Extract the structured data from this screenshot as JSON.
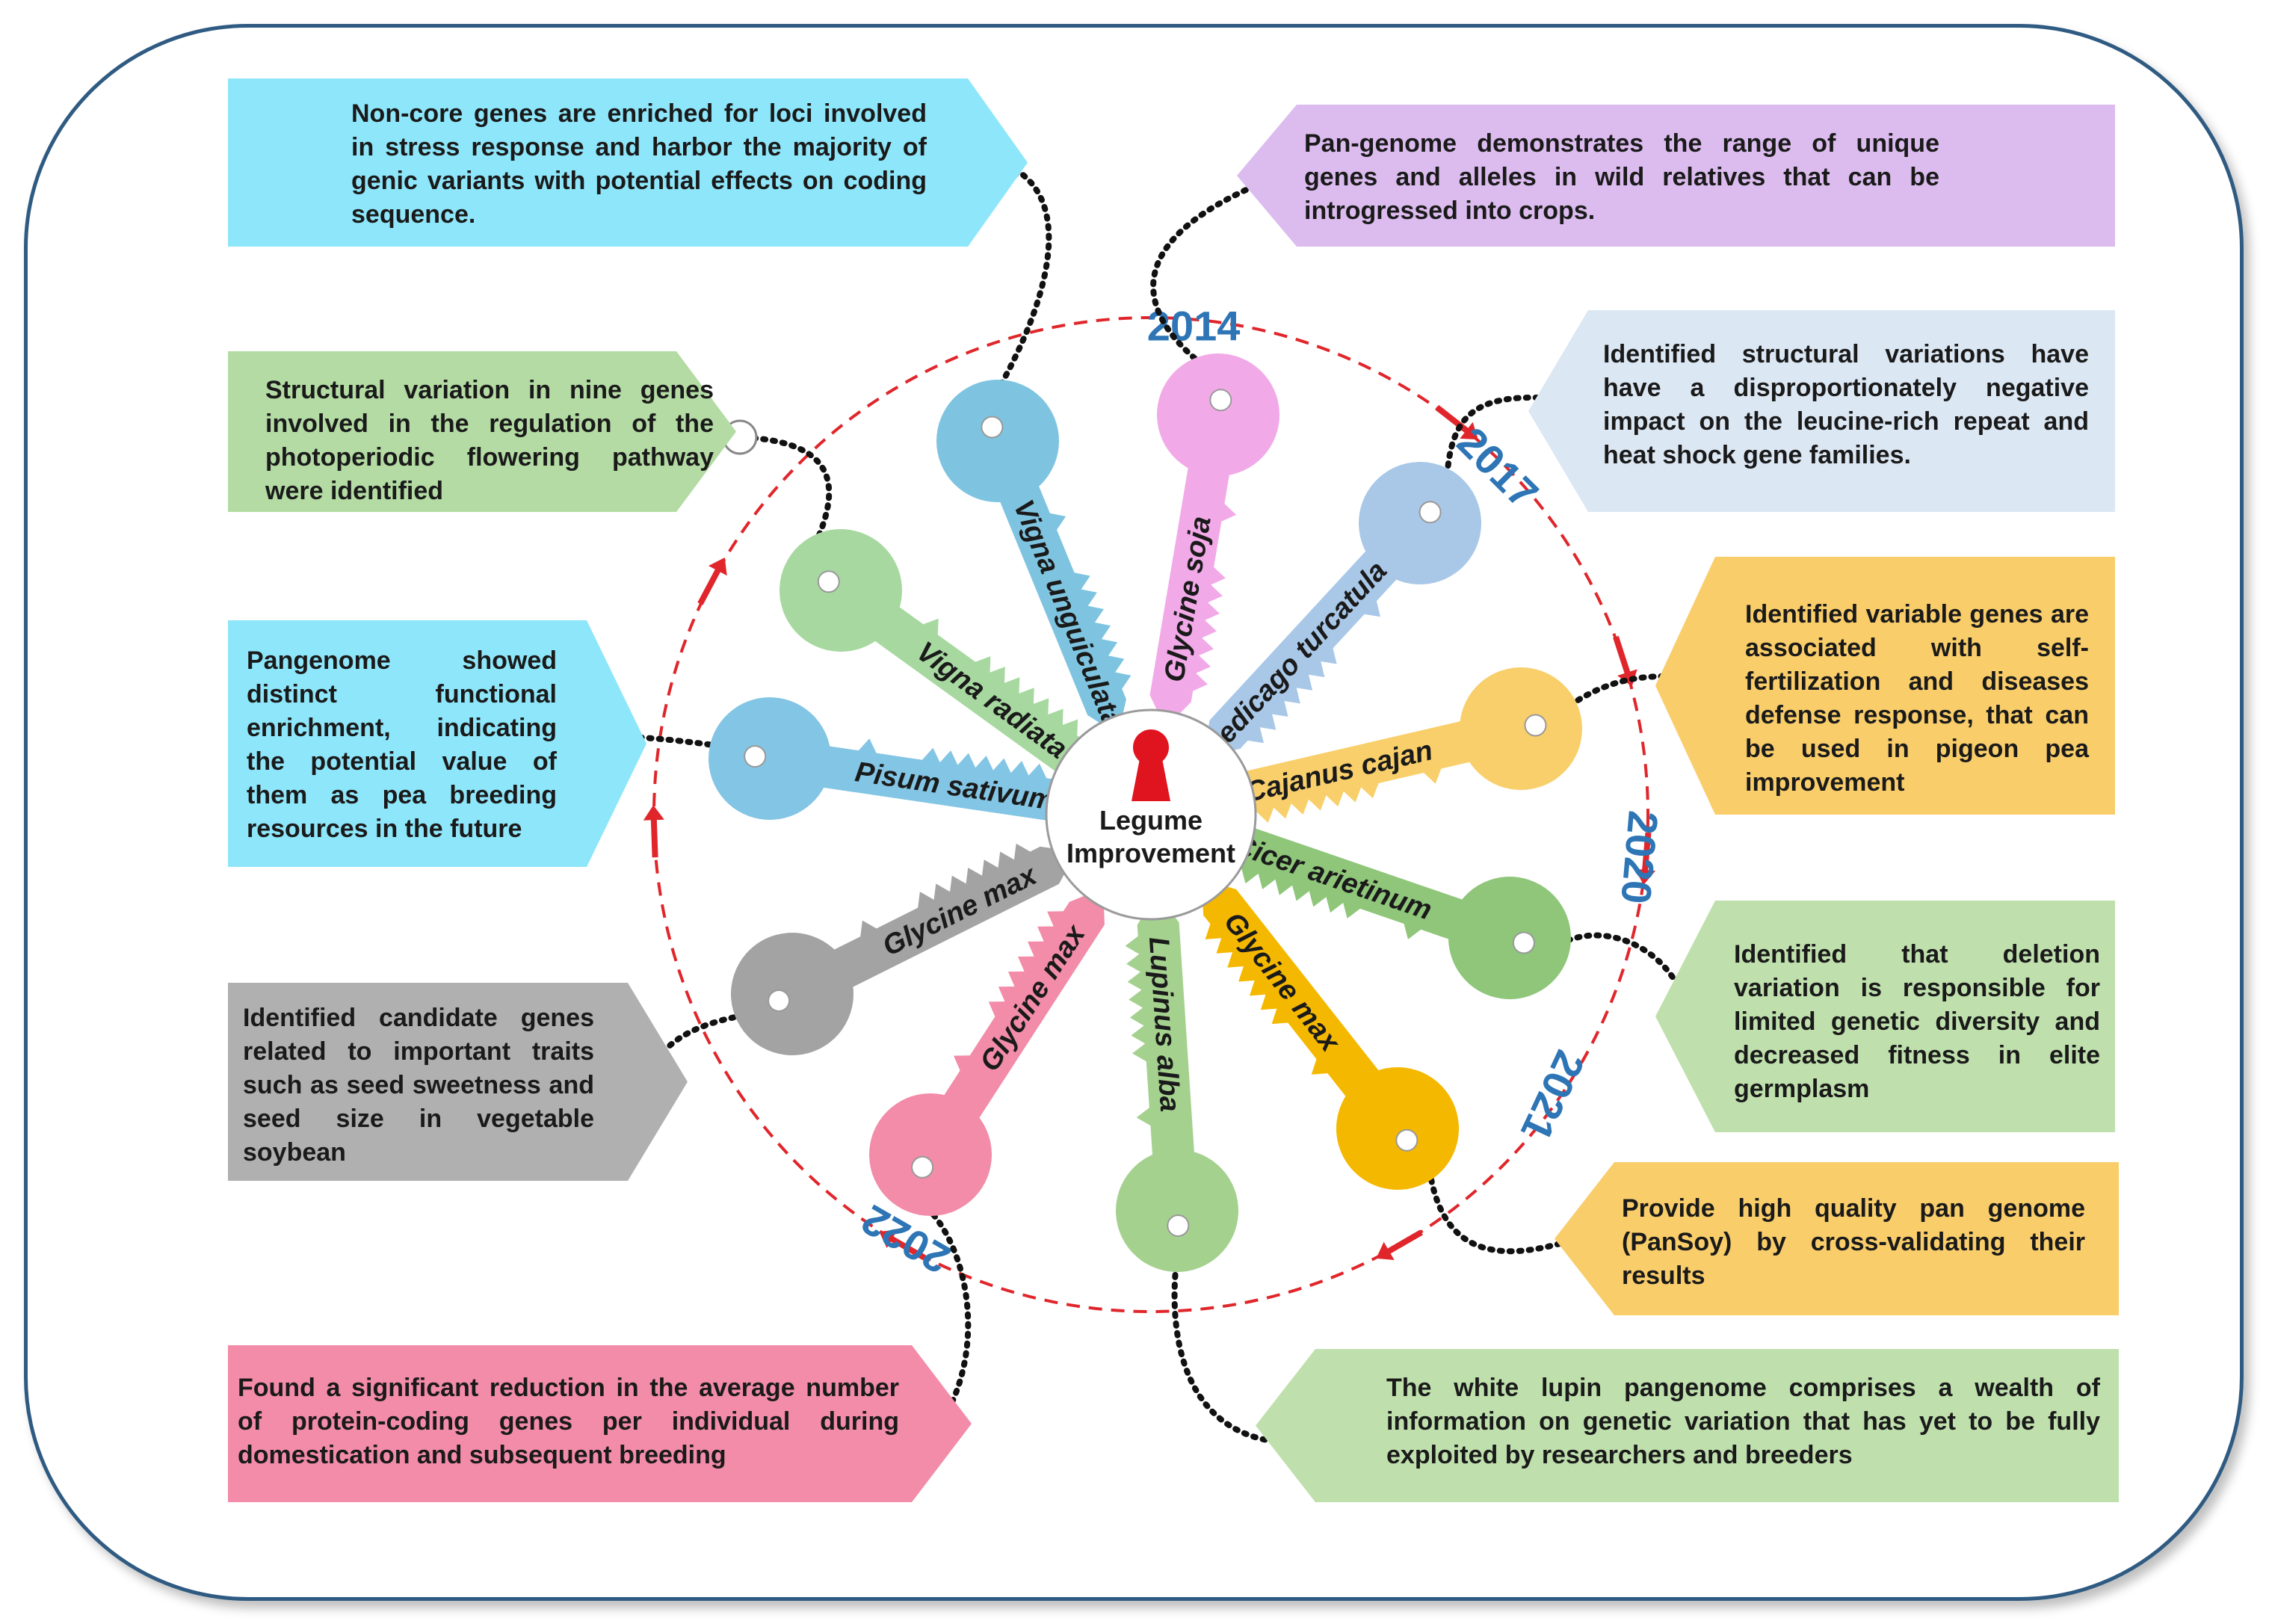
{
  "center": {
    "line1": "Legume",
    "line2": "Improvement"
  },
  "years": [
    "2014",
    "2017",
    "2020",
    "2021",
    "2022"
  ],
  "keys": [
    {
      "label": "Vigna unguiculata",
      "color": "#7ec4e0"
    },
    {
      "label": "Glycine soja",
      "color": "#f2a9e8"
    },
    {
      "label": "Medicago turcatula",
      "color": "#a9c8e8"
    },
    {
      "label": "Cajanus cajan",
      "color": "#f8cf6a"
    },
    {
      "label": "Cicer arietinum",
      "color": "#8fc67a"
    },
    {
      "label": "Glycine max",
      "color": "#f5b800"
    },
    {
      "label": "Lupinus alba",
      "color": "#a5d18f"
    },
    {
      "label": "Glycine max",
      "color": "#f28ca8"
    },
    {
      "label": "Glycine max",
      "color": "#a3a3a3"
    },
    {
      "label": "Pisum sativum",
      "color": "#83c5e4"
    },
    {
      "label": "Vigna radiata",
      "color": "#a7d8a0"
    }
  ],
  "callouts": [
    {
      "text": "Non-core genes are enriched for loci involved in stress response and harbor the majority of genic variants with potential effects on coding sequence.",
      "color": "#8ee6fa"
    },
    {
      "text": "Pan-genome demonstrates the range of unique genes and alleles in wild relatives that can be introgressed into crops.",
      "color": "#dcbcef"
    },
    {
      "text": "Structural variation in nine genes involved in the regulation of the photoperiodic flowering pathway were identified",
      "color": "#b3dba3"
    },
    {
      "text": "Identified structural variations have have a disproportionately negative impact on the leucine-rich repeat and heat shock gene families.",
      "color": "#dce7f4"
    },
    {
      "text": "Pangenome showed distinct functional enrichment, indicating the potential value of them as pea breeding resources in the future",
      "color": "#8ee6fa"
    },
    {
      "text": "Identified variable genes are associated with self-fertilization and diseases defense response, that can be used in pigeon pea improvement",
      "color": "#f9cd6a"
    },
    {
      "text": "Identified candidate genes related to important traits such as seed sweetness and seed size in vegetable soybean",
      "color": "#b0b0b0"
    },
    {
      "text": "Identified that deletion variation is responsible for limited genetic diversity and decreased fitness in elite germplasm",
      "color": "#bfe0ad"
    },
    {
      "text": "Provide high quality pan genome (PanSoy) by cross-validating their results",
      "color": "#f9cd6a"
    },
    {
      "text": "Found a significant reduction in the average number of protein-coding genes per individual during domestication and subsequent breeding",
      "color": "#f28ca8"
    },
    {
      "text": "The white lupin pangenome comprises a wealth of information on genetic variation that has yet to be fully exploited by researchers and breeders",
      "color": "#bfe0ad"
    }
  ]
}
